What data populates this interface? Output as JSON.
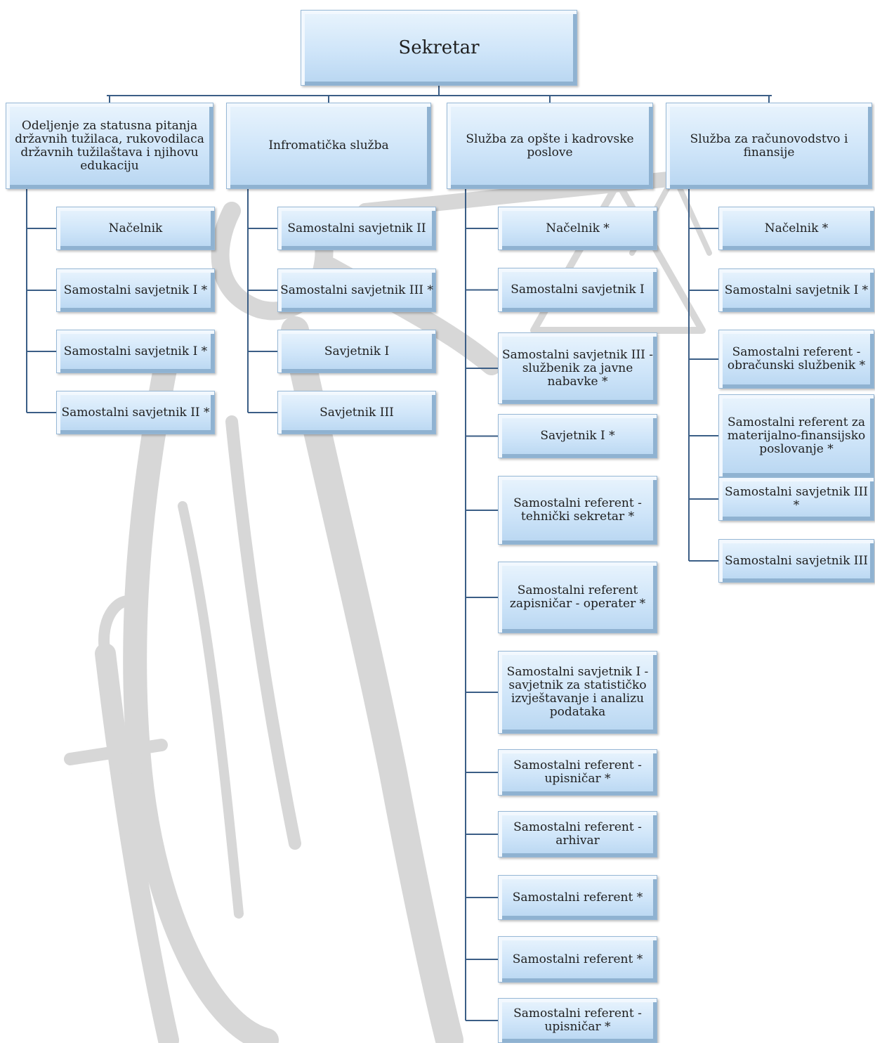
{
  "colors": {
    "connector": "#3b5e86",
    "box_top": "#e9f4fd",
    "box_bottom": "#b8d6f1",
    "watermark": "#d9d9d9"
  },
  "root": {
    "label": "Sekretar"
  },
  "departments": [
    {
      "label": "Odeljenje za statusna pitanja državnih tužilaca, rukovodilaca državnih tužilaštava i njihovu edukaciju",
      "positions": [
        "Načelnik",
        "Samostalni savjetnik I *",
        "Samostalni  savjetnik I *",
        "Samostalni savjetnik II *"
      ]
    },
    {
      "label": "Infromatička služba",
      "positions": [
        "Samostalni savjetnik II",
        "Samostalni savjetnik III *",
        "Savjetnik I",
        "Savjetnik III"
      ]
    },
    {
      "label": "Služba za opšte i kadrovske poslove",
      "positions": [
        "Načelnik *",
        "Samostalni savjetnik I",
        "Samostalni savjetnik III - službenik za javne nabavke *",
        "Savjetnik I *",
        "Samostalni referent - tehnički sekretar *",
        "Samostalni referent zapisničar - operater *",
        "Samostalni savjetnik I - savjetnik za statističko izvještavanje i analizu podataka",
        "Samostalni referent - upisničar *",
        "Samostalni referent - arhivar",
        "Samostalni referent *",
        "Samostalni referent *",
        "Samostalni referent - upisničar *"
      ]
    },
    {
      "label": "Služba za računovodstvo i finansije",
      "positions": [
        "Načelnik *",
        "Samostalni savjetnik I *",
        "Samostalni referent - obračunski službenik *",
        "Samostalni referent  za materijalno-finansijsko poslovanje *",
        "Samostalni savjetnik III *",
        "Samostalni savjetnik III"
      ]
    }
  ]
}
